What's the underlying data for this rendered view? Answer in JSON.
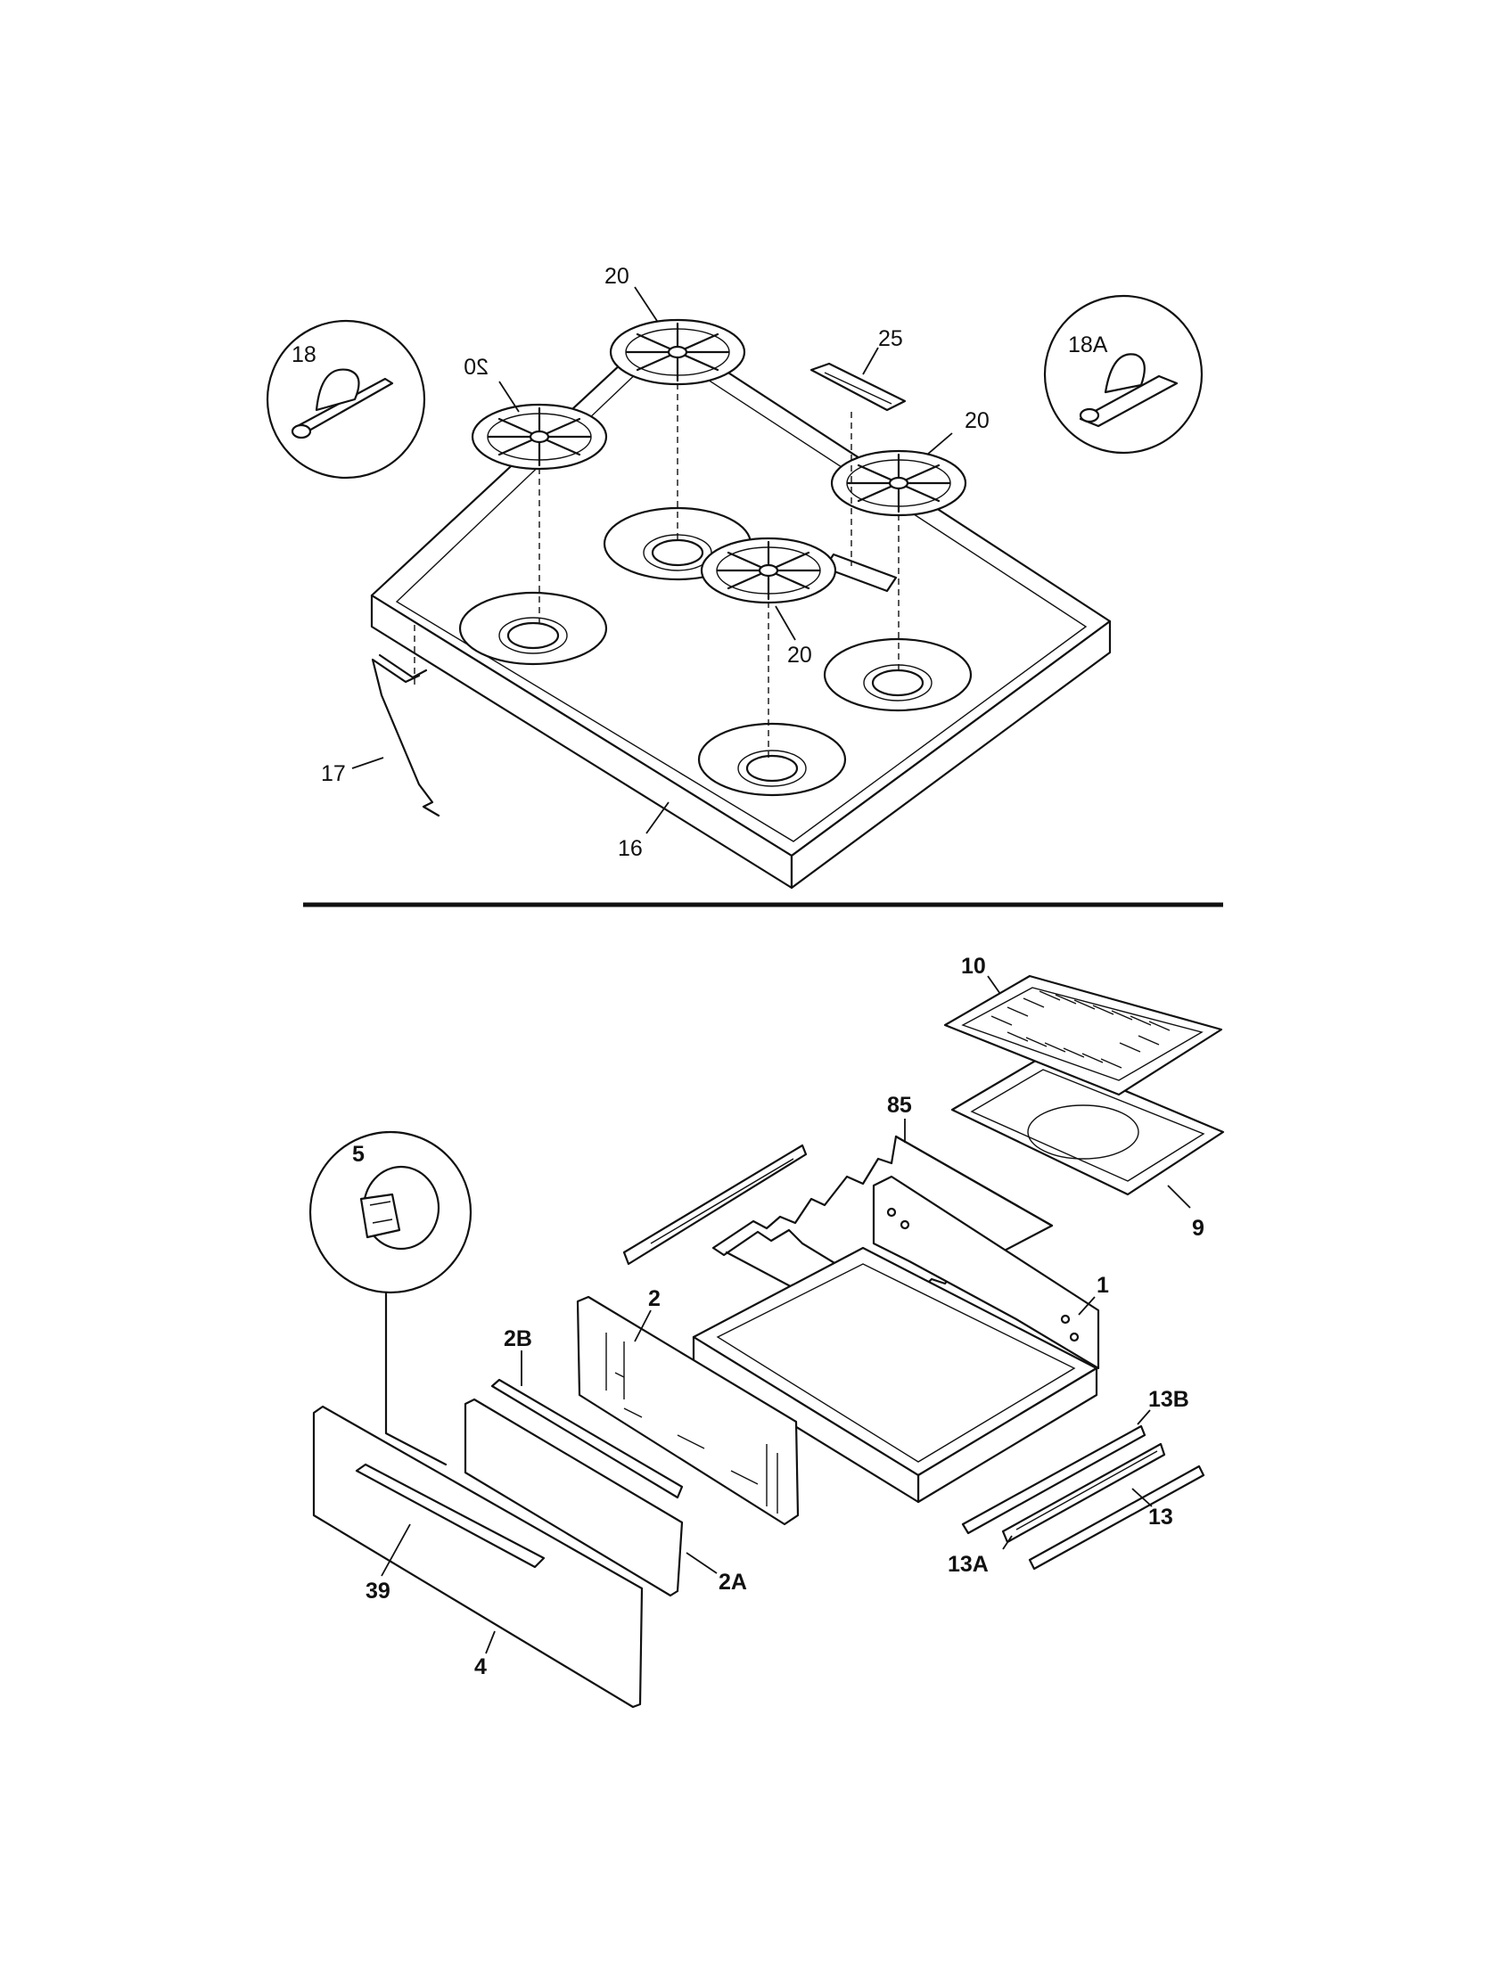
{
  "labels": {
    "top_20_a": "20",
    "top_20_mirror": "20",
    "top_20_b": "20",
    "top_20_c": "20",
    "top_18": "18",
    "top_18a": "18A",
    "top_25": "25",
    "top_17": "17",
    "top_16": "16",
    "bot_10": "10",
    "bot_85": "85",
    "bot_9": "9",
    "bot_5": "5",
    "bot_2": "2",
    "bot_1": "1",
    "bot_2b": "2B",
    "bot_13b": "13B",
    "bot_13": "13",
    "bot_13a": "13A",
    "bot_2a": "2A",
    "bot_39": "39",
    "bot_4": "4"
  }
}
